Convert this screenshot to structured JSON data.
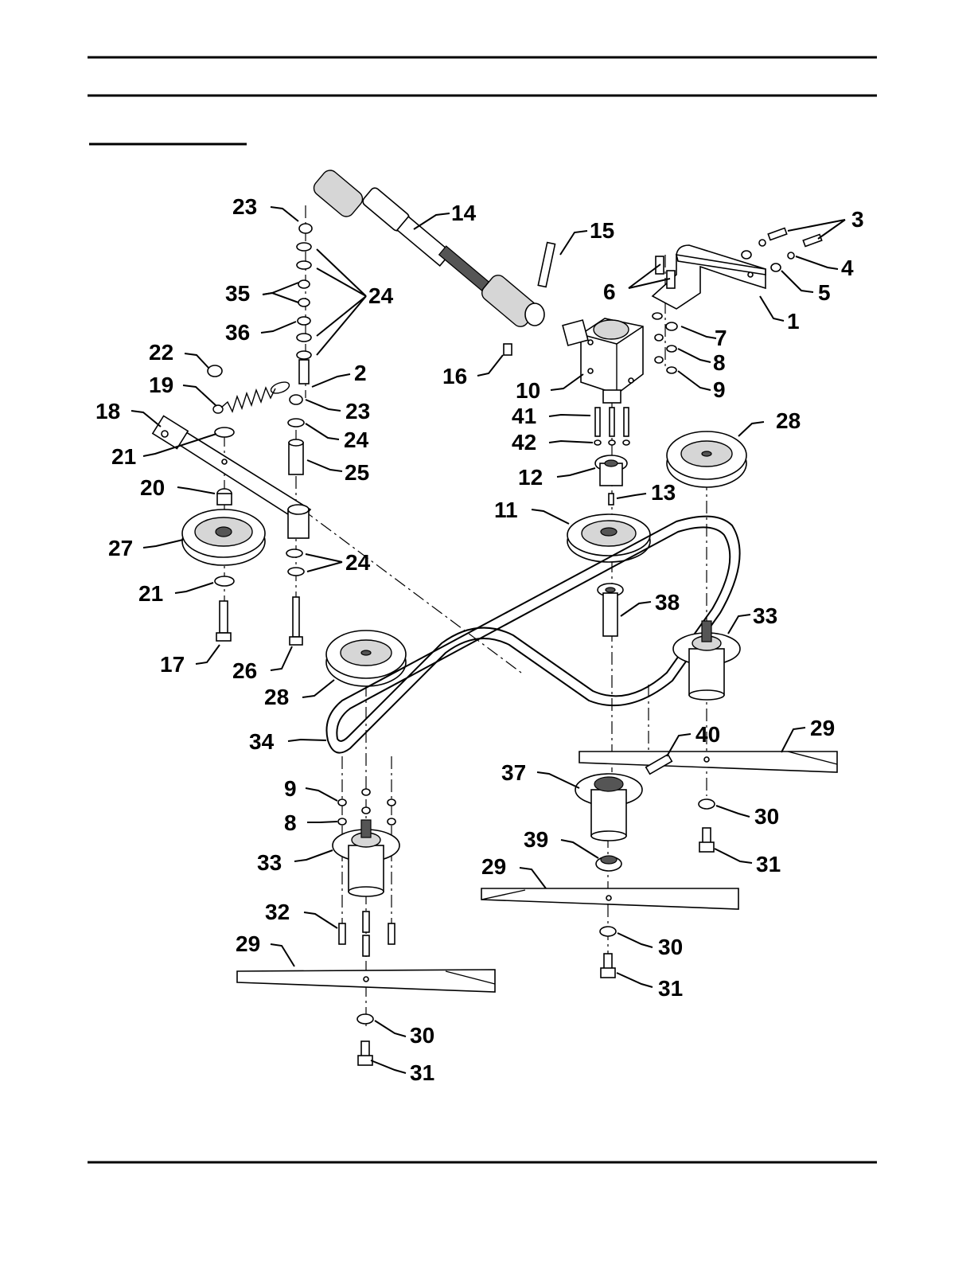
{
  "diagram": {
    "callouts": [
      {
        "id": "c23a",
        "text": "23"
      },
      {
        "id": "c14",
        "text": "14"
      },
      {
        "id": "c15",
        "text": "15"
      },
      {
        "id": "c3",
        "text": "3"
      },
      {
        "id": "c4",
        "text": "4"
      },
      {
        "id": "c5",
        "text": "5"
      },
      {
        "id": "c6",
        "text": "6"
      },
      {
        "id": "c1",
        "text": "1"
      },
      {
        "id": "c35",
        "text": "35"
      },
      {
        "id": "c24a",
        "text": "24"
      },
      {
        "id": "c36",
        "text": "36"
      },
      {
        "id": "c7",
        "text": "7"
      },
      {
        "id": "c8a",
        "text": "8"
      },
      {
        "id": "c9a",
        "text": "9"
      },
      {
        "id": "c22",
        "text": "22"
      },
      {
        "id": "c2",
        "text": "2"
      },
      {
        "id": "c16",
        "text": "16"
      },
      {
        "id": "c10",
        "text": "10"
      },
      {
        "id": "c19",
        "text": "19"
      },
      {
        "id": "c23b",
        "text": "23"
      },
      {
        "id": "c18",
        "text": "18"
      },
      {
        "id": "c41",
        "text": "41"
      },
      {
        "id": "c28a",
        "text": "28"
      },
      {
        "id": "c24b",
        "text": "24"
      },
      {
        "id": "c42",
        "text": "42"
      },
      {
        "id": "c21a",
        "text": "21"
      },
      {
        "id": "c25",
        "text": "25"
      },
      {
        "id": "c12",
        "text": "12"
      },
      {
        "id": "c20",
        "text": "20"
      },
      {
        "id": "c13",
        "text": "13"
      },
      {
        "id": "c11",
        "text": "11"
      },
      {
        "id": "c27",
        "text": "27"
      },
      {
        "id": "c24c",
        "text": "24"
      },
      {
        "id": "c21b",
        "text": "21"
      },
      {
        "id": "c38",
        "text": "38"
      },
      {
        "id": "c33a",
        "text": "33"
      },
      {
        "id": "c17",
        "text": "17"
      },
      {
        "id": "c26",
        "text": "26"
      },
      {
        "id": "c28b",
        "text": "28"
      },
      {
        "id": "c34",
        "text": "34"
      },
      {
        "id": "c40",
        "text": "40"
      },
      {
        "id": "c29a",
        "text": "29"
      },
      {
        "id": "c37",
        "text": "37"
      },
      {
        "id": "c9b",
        "text": "9"
      },
      {
        "id": "c30a",
        "text": "30"
      },
      {
        "id": "c8b",
        "text": "8"
      },
      {
        "id": "c39",
        "text": "39"
      },
      {
        "id": "c33b",
        "text": "33"
      },
      {
        "id": "c31a",
        "text": "31"
      },
      {
        "id": "c29b",
        "text": "29"
      },
      {
        "id": "c32",
        "text": "32"
      },
      {
        "id": "c30b",
        "text": "30"
      },
      {
        "id": "c29c",
        "text": "29"
      },
      {
        "id": "c31b",
        "text": "31"
      },
      {
        "id": "c30c",
        "text": "30"
      },
      {
        "id": "c31c",
        "text": "31"
      }
    ]
  }
}
